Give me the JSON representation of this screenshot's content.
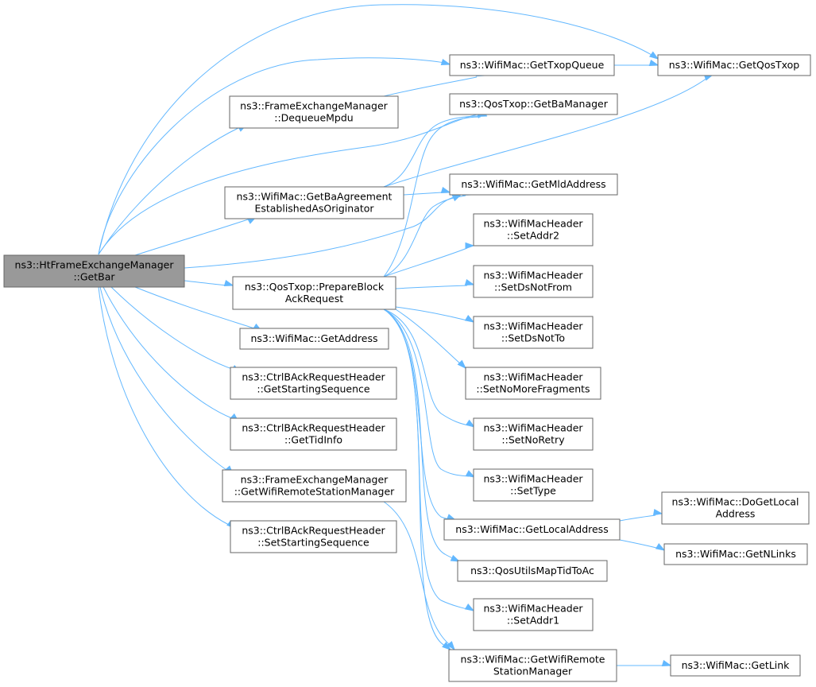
{
  "colors": {
    "root_fill": "#999999",
    "node_fill": "#ffffff",
    "node_border": "#666666",
    "edge": "#63b8ff",
    "text": "#000000"
  },
  "nodes": {
    "root": [
      "ns3::HtFrameExchangeManager",
      "::GetBar"
    ],
    "get_txop_queue": [
      "ns3::WifiMac::GetTxopQueue"
    ],
    "get_qos_txop": [
      "ns3::WifiMac::GetQosTxop"
    ],
    "dequeue_mpdu": [
      "ns3::FrameExchangeManager",
      "::DequeueMpdu"
    ],
    "get_ba_manager": [
      "ns3::QosTxop::GetBaManager"
    ],
    "get_ba_agreement": [
      "ns3::WifiMac::GetBaAgreement",
      "EstablishedAsOriginator"
    ],
    "get_mld_address": [
      "ns3::WifiMac::GetMldAddress"
    ],
    "set_addr2": [
      "ns3::WifiMacHeader",
      "::SetAddr2"
    ],
    "prepare_block_ack": [
      "ns3::QosTxop::PrepareBlock",
      "AckRequest"
    ],
    "set_ds_not_from": [
      "ns3::WifiMacHeader",
      "::SetDsNotFrom"
    ],
    "set_ds_not_to": [
      "ns3::WifiMacHeader",
      "::SetDsNotTo"
    ],
    "get_address": [
      "ns3::WifiMac::GetAddress"
    ],
    "set_no_more_fragments": [
      "ns3::WifiMacHeader",
      "::SetNoMoreFragments"
    ],
    "get_starting_sequence": [
      "ns3::CtrlBAckRequestHeader",
      "::GetStartingSequence"
    ],
    "set_no_retry": [
      "ns3::WifiMacHeader",
      "::SetNoRetry"
    ],
    "get_tid_info": [
      "ns3::CtrlBAckRequestHeader",
      "::GetTidInfo"
    ],
    "set_type": [
      "ns3::WifiMacHeader",
      "::SetType"
    ],
    "get_wifi_rsm_fem": [
      "ns3::FrameExchangeManager",
      "::GetWifiRemoteStationManager"
    ],
    "do_get_local_address": [
      "ns3::WifiMac::DoGetLocal",
      "Address"
    ],
    "get_local_address": [
      "ns3::WifiMac::GetLocalAddress"
    ],
    "set_starting_sequence": [
      "ns3::CtrlBAckRequestHeader",
      "::SetStartingSequence"
    ],
    "get_n_links": [
      "ns3::WifiMac::GetNLinks"
    ],
    "qos_utils_map": [
      "ns3::QosUtilsMapTidToAc"
    ],
    "set_addr1": [
      "ns3::WifiMacHeader",
      "::SetAddr1"
    ],
    "get_wifi_rsm_mac": [
      "ns3::WifiMac::GetWifiRemote",
      "StationManager"
    ],
    "get_link": [
      "ns3::WifiMac::GetLink"
    ]
  },
  "edges": [
    [
      "root",
      "get_txop_queue"
    ],
    [
      "root",
      "get_qos_txop"
    ],
    [
      "root",
      "dequeue_mpdu"
    ],
    [
      "root",
      "get_ba_manager"
    ],
    [
      "root",
      "get_ba_agreement"
    ],
    [
      "root",
      "get_mld_address"
    ],
    [
      "root",
      "prepare_block_ack"
    ],
    [
      "root",
      "get_address"
    ],
    [
      "root",
      "get_starting_sequence"
    ],
    [
      "root",
      "get_tid_info"
    ],
    [
      "root",
      "get_wifi_rsm_fem"
    ],
    [
      "root",
      "set_starting_sequence"
    ],
    [
      "get_txop_queue",
      "get_qos_txop"
    ],
    [
      "dequeue_mpdu",
      "get_txop_queue"
    ],
    [
      "get_ba_agreement",
      "get_ba_manager"
    ],
    [
      "get_ba_agreement",
      "get_qos_txop"
    ],
    [
      "get_ba_agreement",
      "get_mld_address"
    ],
    [
      "prepare_block_ack",
      "get_ba_manager"
    ],
    [
      "prepare_block_ack",
      "get_mld_address"
    ],
    [
      "prepare_block_ack",
      "set_addr2"
    ],
    [
      "prepare_block_ack",
      "set_ds_not_from"
    ],
    [
      "prepare_block_ack",
      "set_ds_not_to"
    ],
    [
      "prepare_block_ack",
      "set_no_more_fragments"
    ],
    [
      "prepare_block_ack",
      "set_no_retry"
    ],
    [
      "prepare_block_ack",
      "set_type"
    ],
    [
      "prepare_block_ack",
      "get_local_address"
    ],
    [
      "prepare_block_ack",
      "qos_utils_map"
    ],
    [
      "prepare_block_ack",
      "set_addr1"
    ],
    [
      "prepare_block_ack",
      "get_wifi_rsm_mac"
    ],
    [
      "get_wifi_rsm_fem",
      "get_wifi_rsm_mac"
    ],
    [
      "get_local_address",
      "do_get_local_address"
    ],
    [
      "get_local_address",
      "get_n_links"
    ],
    [
      "get_wifi_rsm_mac",
      "get_link"
    ]
  ]
}
